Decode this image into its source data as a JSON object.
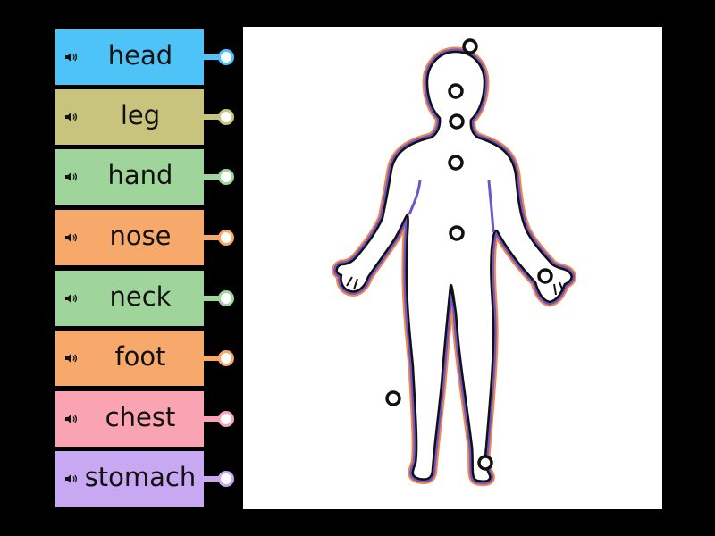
{
  "labels": [
    {
      "text": "head",
      "color": "#4dc3f7"
    },
    {
      "text": "leg",
      "color": "#c8c47e"
    },
    {
      "text": "hand",
      "color": "#9fd49b"
    },
    {
      "text": "nose",
      "color": "#f7a86b"
    },
    {
      "text": "neck",
      "color": "#9fd49b"
    },
    {
      "text": "foot",
      "color": "#f7a86b"
    },
    {
      "text": "chest",
      "color": "#f9a3b3"
    },
    {
      "text": "stomach",
      "color": "#c9a8f3"
    }
  ],
  "icons": {
    "speaker": "speaker-icon"
  },
  "colors": {
    "background": "#000000",
    "board": "#ffffff",
    "outline": "#111111",
    "glow_inner": "#6f55c9",
    "glow_outer": "#f08a4b"
  }
}
